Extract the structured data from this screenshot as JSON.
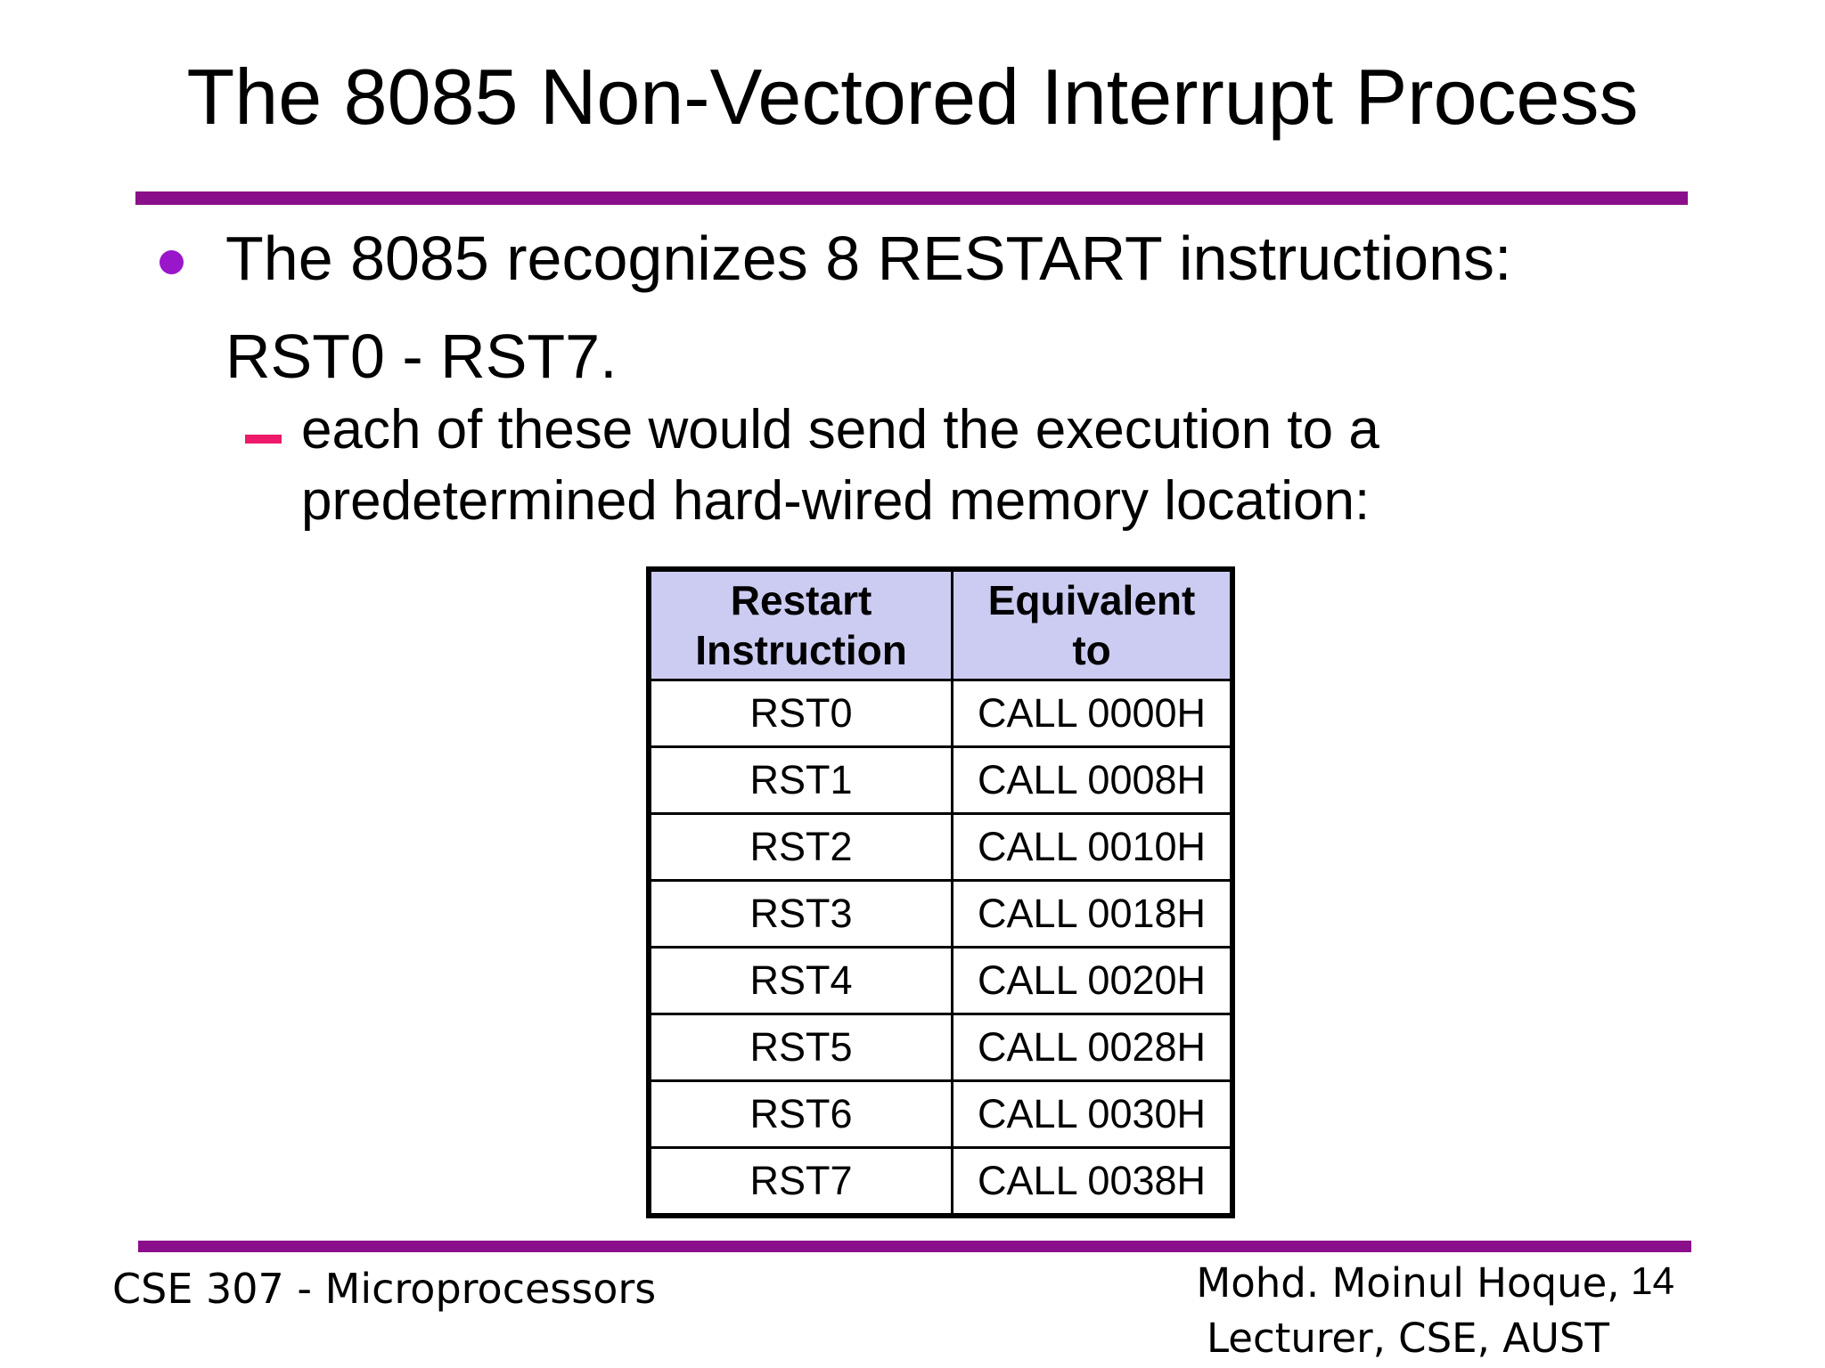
{
  "slide": {
    "title": "The 8085 Non-Vectored Interrupt Process",
    "bullet": {
      "lines": [
        "The 8085 recognizes 8 RESTART instructions:",
        "RST0 - RST7."
      ]
    },
    "sub_bullet": {
      "lines": [
        "each of these would send the execution to a",
        "predetermined hard-wired memory location:"
      ]
    },
    "table": {
      "headers": [
        [
          "Restart",
          "Instruction"
        ],
        [
          "Equivalent",
          "to"
        ]
      ],
      "rows": [
        [
          "RST0",
          "CALL 0000H"
        ],
        [
          "RST1",
          "CALL 0008H"
        ],
        [
          "RST2",
          "CALL 0010H"
        ],
        [
          "RST3",
          "CALL 0018H"
        ],
        [
          "RST4",
          "CALL 0020H"
        ],
        [
          "RST5",
          "CALL 0028H"
        ],
        [
          "RST6",
          "CALL 0030H"
        ],
        [
          "RST7",
          "CALL 0038H"
        ]
      ]
    },
    "footer": {
      "course": "CSE 307 - Microprocessors",
      "author_line1": "Mohd. Moinul Hoque,",
      "author_line2": "Lecturer, CSE, AUST",
      "page_number": "14"
    },
    "colors": {
      "rule_purple": "#8A0F8A",
      "bullet_dot_purple": "#9A16CA",
      "dash_pink": "#EC1A68",
      "table_header_bg": "#CCCCF2",
      "text": "#000000",
      "background": "#FFFFFF"
    }
  }
}
